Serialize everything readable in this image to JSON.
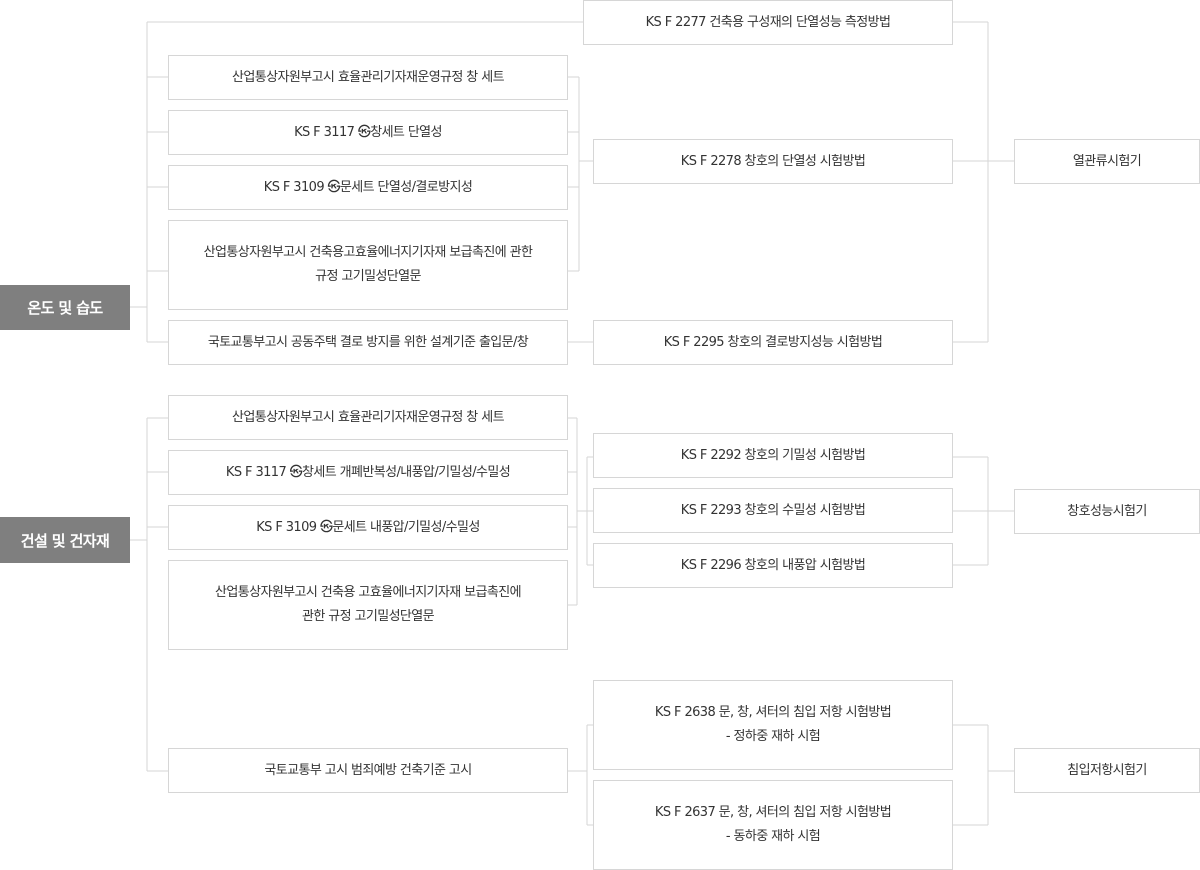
{
  "categories": {
    "temp_humidity": "온도 및 습도",
    "building_materials": "건설 및 건자재"
  },
  "regulations": {
    "r1": "산업통상자원부고시 효율관리기자재운영규정 창 세트",
    "r2": "KS F 3117 ㉿창세트 단열성",
    "r3": "KS F 3109 ㉿문세트 단열성/결로방지성",
    "r4_line1": "산업통상자원부고시 건축용고효율에너지기자재 보급촉진에 관한",
    "r4_line2": "규정 고기밀성단열문",
    "r5": "국토교통부고시 공동주택 결로 방지를 위한 설계기준  출입문/창",
    "r6": "산업통상자원부고시 효율관리기자재운영규정 창 세트",
    "r7": "KS F 3117 ㉿창세트 개폐반복성/내풍압/기밀성/수밀성",
    "r8": "KS F 3109 ㉿문세트 내풍압/기밀성/수밀성",
    "r9_line1": "산업통상자원부고시 건축용 고효율에너지기자재 보급촉진에",
    "r9_line2": "관한 규정 고기밀성단열문",
    "r10": "국토교통부 고시 범죄예방 건축기준 고시"
  },
  "methods": {
    "m2277": "KS F 2277 건축용 구성재의 단열성능 측정방법",
    "m2278": "KS F 2278 창호의 단열성 시험방법",
    "m2295": "KS F 2295 창호의 결로방지성능 시험방법",
    "m2292": "KS F 2292 창호의 기밀성 시험방법",
    "m2293": "KS F 2293 창호의 수밀성 시험방법",
    "m2296": "KS F 2296 창호의 내풍압 시험방법",
    "m2638_line1": "KS F 2638 문, 창, 셔터의 침입 저항 시험방법",
    "m2638_line2": "- 정하중 재하 시험",
    "m2637_line1": "KS F 2637 문, 창, 셔터의 침입 저항 시험방법",
    "m2637_line2": "- 동하중 재하 시험"
  },
  "equipment": {
    "thermal": "열관류시험기",
    "window_performance": "창호성능시험기",
    "intrusion": "침입저항시험기"
  }
}
